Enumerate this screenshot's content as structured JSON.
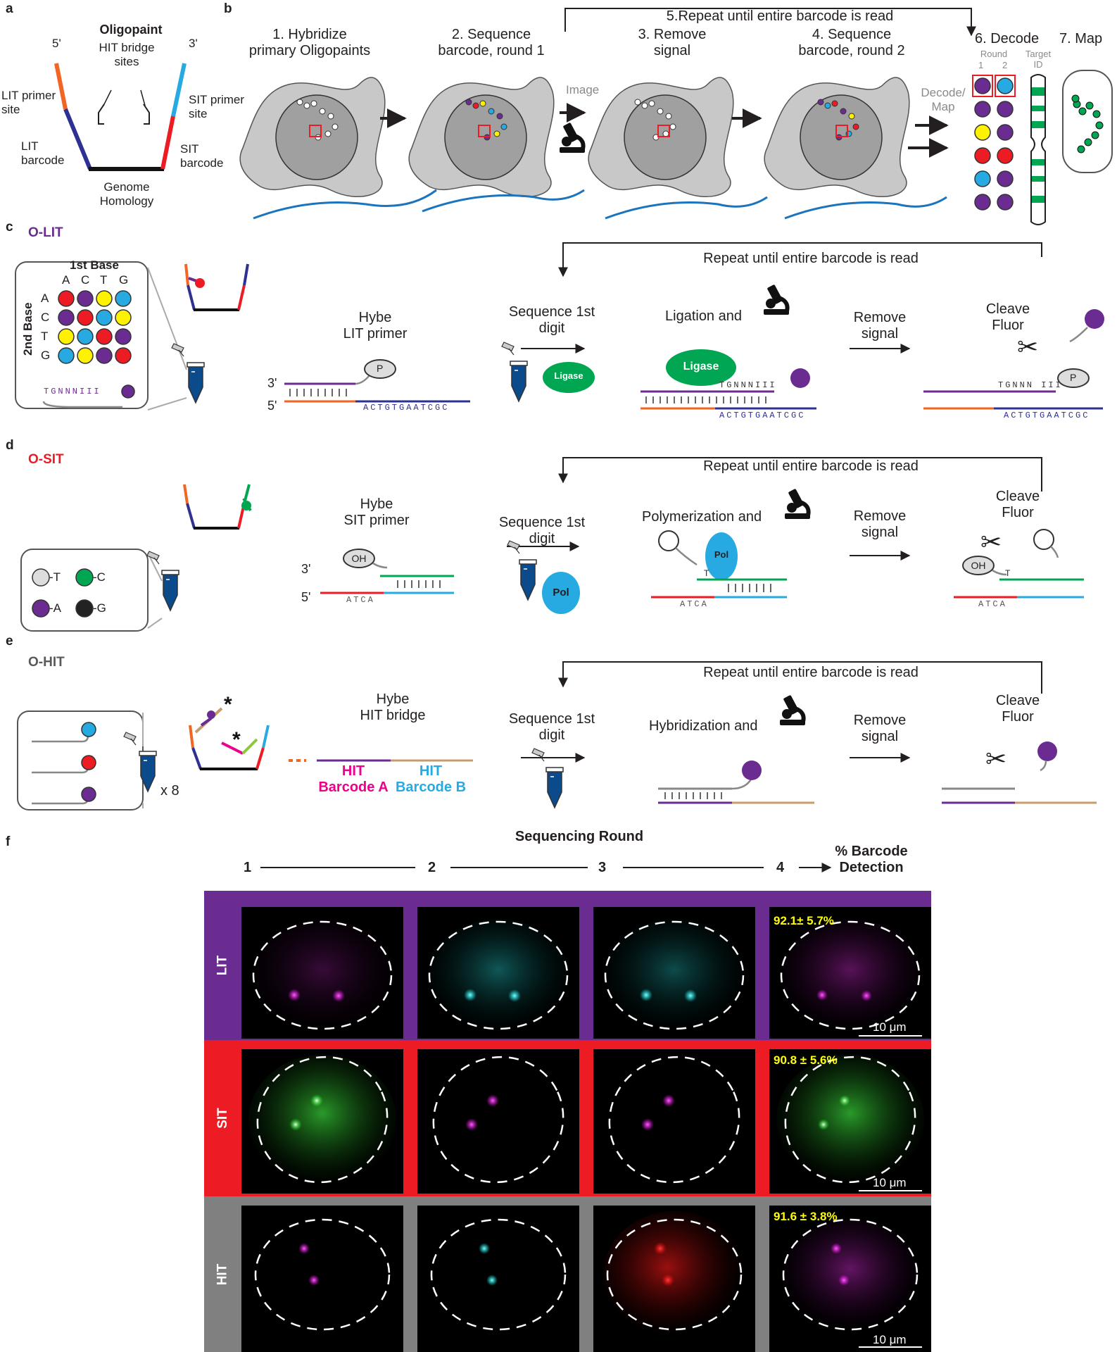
{
  "panels": {
    "a": "a",
    "b": "b",
    "c": "c",
    "d": "d",
    "e": "e",
    "f": "f"
  },
  "panel_a": {
    "title": "Oligopaint",
    "five_prime": "5'",
    "three_prime": "3'",
    "hit_bridge": "HIT bridge\nsites",
    "lit_primer": "LIT primer\nsite",
    "sit_primer": "SIT primer\nsite",
    "lit_barcode": "LIT\nbarcode",
    "sit_barcode": "SIT\nbarcode",
    "homology": "Genome\nHomology"
  },
  "panel_b": {
    "repeat": "5.Repeat until entire barcode is read",
    "step1": "1. Hybridize\nprimary Oligopaints",
    "step2": "2. Sequence\nbarcode, round 1",
    "step3": "3. Remove\nsignal",
    "step4": "4. Sequence\nbarcode, round 2",
    "step6": "6. Decode",
    "step7": "7. Map",
    "image": "Image",
    "decode_map": "Decode/\nMap",
    "round": "Round",
    "round1": "1",
    "round2": "2",
    "target": "Target\nID"
  },
  "panel_c": {
    "title": "O-LIT",
    "first_base": "1st Base",
    "second_base": "2nd Base",
    "cols": [
      "A",
      "C",
      "T",
      "G"
    ],
    "rows": [
      "A",
      "C",
      "T",
      "G"
    ],
    "probe": "TGNNNIII",
    "hybe": "Hybe\nLIT primer",
    "seq": "Sequence 1st\ndigit",
    "ligation": "Ligation and",
    "remove": "Remove\nsignal",
    "cleave": "Cleave\nFluor",
    "repeat": "Repeat until entire barcode is read",
    "ligase": "Ligase",
    "three": "3'",
    "five": "5'",
    "p": "P",
    "seq_bottom": "ACTGTGAATCGC",
    "seq_top1": "TGNNNIII",
    "seq_top2": "TGNNN III"
  },
  "panel_d": {
    "title": "O-SIT",
    "legend": [
      "-T",
      "-C",
      "-A",
      "-G"
    ],
    "hybe": "Hybe\nSIT primer",
    "seq": "Sequence 1st\ndigit",
    "poly": "Polymerization and",
    "remove": "Remove\nsignal",
    "cleave": "Cleave\nFluor",
    "repeat": "Repeat until entire barcode is read",
    "pol": "Pol",
    "oh": "OH",
    "three": "3'",
    "five": "5'",
    "atca": "ATCA",
    "t": "T"
  },
  "panel_e": {
    "title": "O-HIT",
    "x8": "x 8",
    "hybe": "Hybe\nHIT bridge",
    "hit_a": "HIT\nBarcode A",
    "hit_b": "HIT\nBarcode B",
    "seq": "Sequence 1st\ndigit",
    "hyb": "Hybridization and",
    "remove": "Remove\nsignal",
    "cleave": "Cleave\nFluor",
    "repeat": "Repeat until entire barcode is read",
    "star": "*"
  },
  "panel_f": {
    "header": "Sequencing Round",
    "rounds": [
      "1",
      "2",
      "3",
      "4"
    ],
    "detection": "% Barcode\nDetection",
    "rows": [
      {
        "label": "LIT",
        "pct": "92.1± 5.7%",
        "scale": "10 μm",
        "color": "#6a2c91"
      },
      {
        "label": "SIT",
        "pct": "90.8 ± 5.6%",
        "scale": "10 μm",
        "color": "#ed1c24"
      },
      {
        "label": "HIT",
        "pct": "91.6 ± 3.8%",
        "scale": "10 μm",
        "color": "#808080"
      }
    ]
  },
  "colors": {
    "purple": "#6a2c91",
    "red": "#ed1c24",
    "yellow": "#fff200",
    "blue": "#27aae1",
    "green": "#00a651",
    "orange": "#f26522",
    "navy": "#2e3192",
    "cyan": "#00aeef",
    "magenta": "#ec008c",
    "tan": "#c69c6d"
  }
}
